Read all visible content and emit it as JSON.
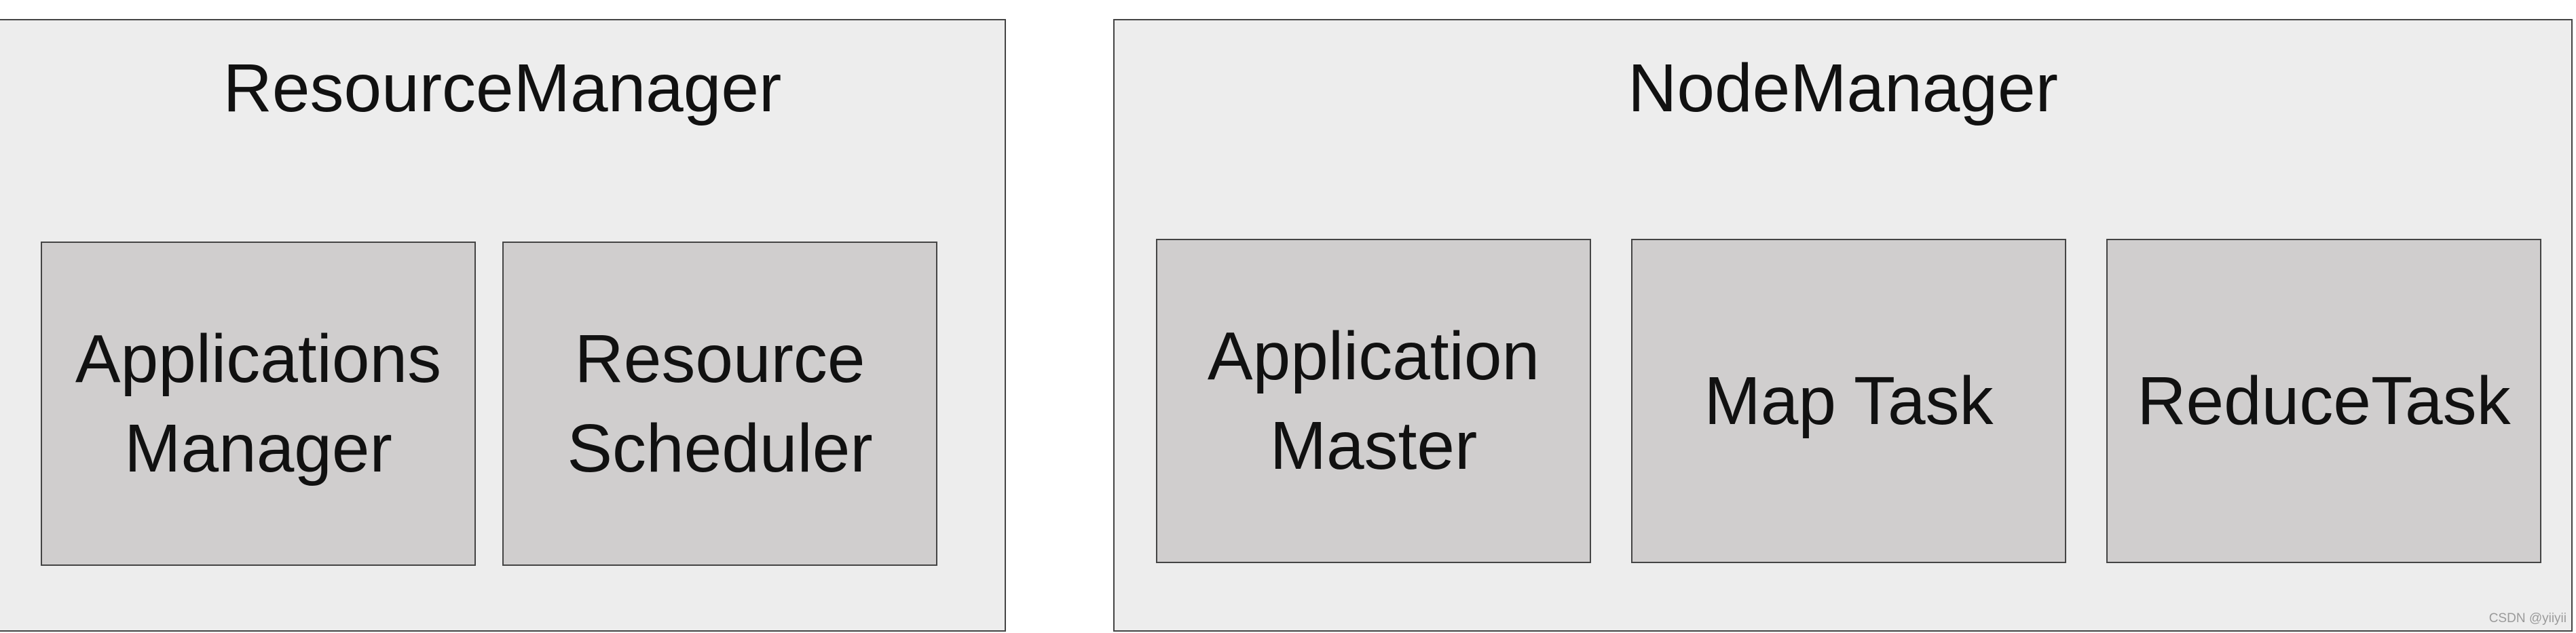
{
  "colors": {
    "panel_fill": "#ededed",
    "box_fill": "#d0cece",
    "border": "#444444",
    "text": "#111111"
  },
  "resource_manager": {
    "title": "ResourceManager",
    "components": [
      {
        "label": "Applications\nManager"
      },
      {
        "label": "Resource\nScheduler"
      }
    ]
  },
  "node_manager": {
    "title": "NodeManager",
    "components": [
      {
        "label": "Application\nMaster"
      },
      {
        "label": "Map Task"
      },
      {
        "label": "ReduceTask"
      }
    ]
  },
  "watermark": "CSDN @yiiyii"
}
